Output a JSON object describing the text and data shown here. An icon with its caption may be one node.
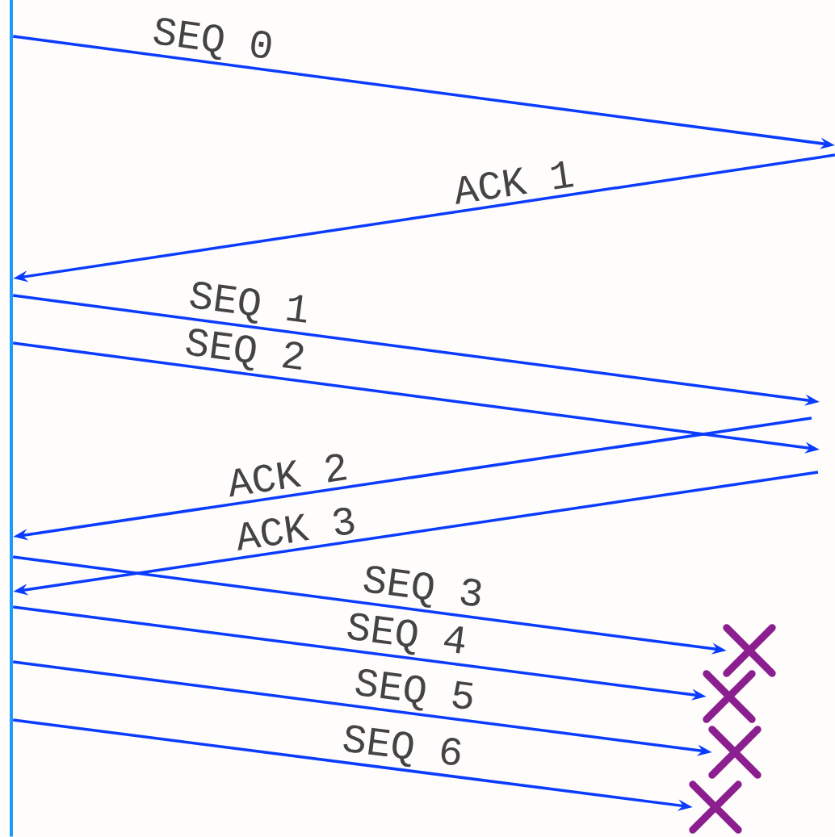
{
  "diagram": {
    "nodes": [
      {
        "text": [],
        "shape": "bar"
      },
      {
        "text": [],
        "shape": "cross"
      },
      {
        "text": [],
        "shape": "cross"
      },
      {
        "text": [],
        "shape": "cross"
      },
      {
        "text": [],
        "shape": "cross"
      }
    ],
    "edges": [
      {
        "from": 0,
        "to": null,
        "arrow": "to",
        "label": "SEQ 0"
      },
      {
        "from": null,
        "to": 0,
        "arrow": "to",
        "label": "ACK 1"
      },
      {
        "from": 0,
        "to": null,
        "arrow": "to",
        "label": "SEQ 1"
      },
      {
        "from": 0,
        "to": null,
        "arrow": "to",
        "label": "SEQ 2"
      },
      {
        "from": null,
        "to": 0,
        "arrow": "to",
        "label": "ACK 2"
      },
      {
        "from": null,
        "to": 0,
        "arrow": "to",
        "label": "ACK 3"
      },
      {
        "from": 0,
        "to": 1,
        "arrow": "to",
        "label": "SEQ 3"
      },
      {
        "from": 0,
        "to": 2,
        "arrow": "to",
        "label": "SEQ 4"
      },
      {
        "from": 0,
        "to": 3,
        "arrow": "to",
        "label": "SEQ 5"
      },
      {
        "from": 0,
        "to": 4,
        "arrow": "to",
        "label": "SEQ 6"
      }
    ]
  }
}
